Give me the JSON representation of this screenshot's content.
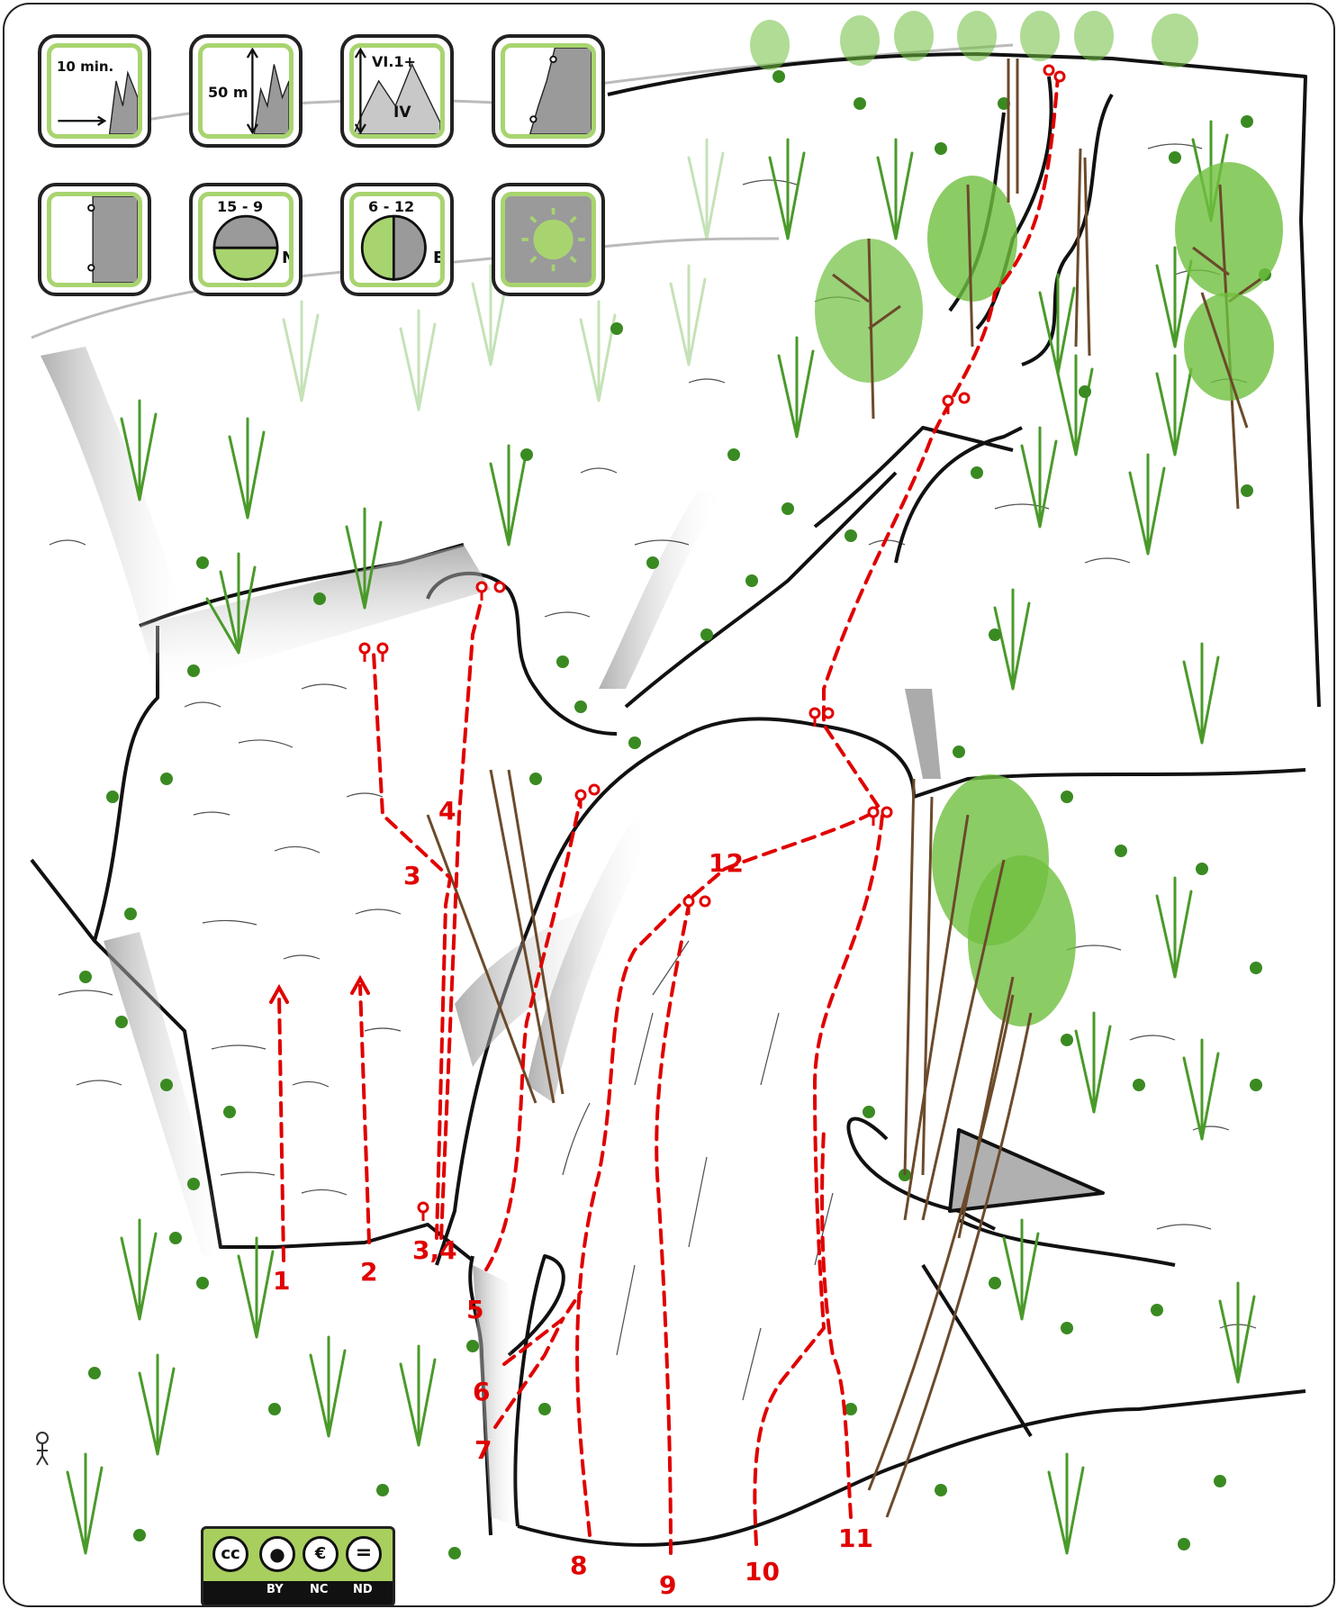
{
  "legend": {
    "approach": "10 min.",
    "height": "50 m",
    "grade_max": "VI.1+",
    "grade_min": "IV",
    "sun_north_hours": "15 - 9",
    "sun_north_dir": "N",
    "sun_east_hours": "6 - 12",
    "sun_east_dir": "E"
  },
  "routes": [
    "1",
    "2",
    "3,4",
    "3",
    "4",
    "5",
    "6",
    "7",
    "8",
    "9",
    "10",
    "11",
    "12"
  ],
  "license": {
    "cc": "cc",
    "by": "BY",
    "nc": "NC",
    "nd": "ND"
  },
  "colors": {
    "route": "#e00000",
    "accent_green": "#a8d46f",
    "rock_shadow": "#9a9a9a",
    "tree_green": "#6fbf3f"
  }
}
